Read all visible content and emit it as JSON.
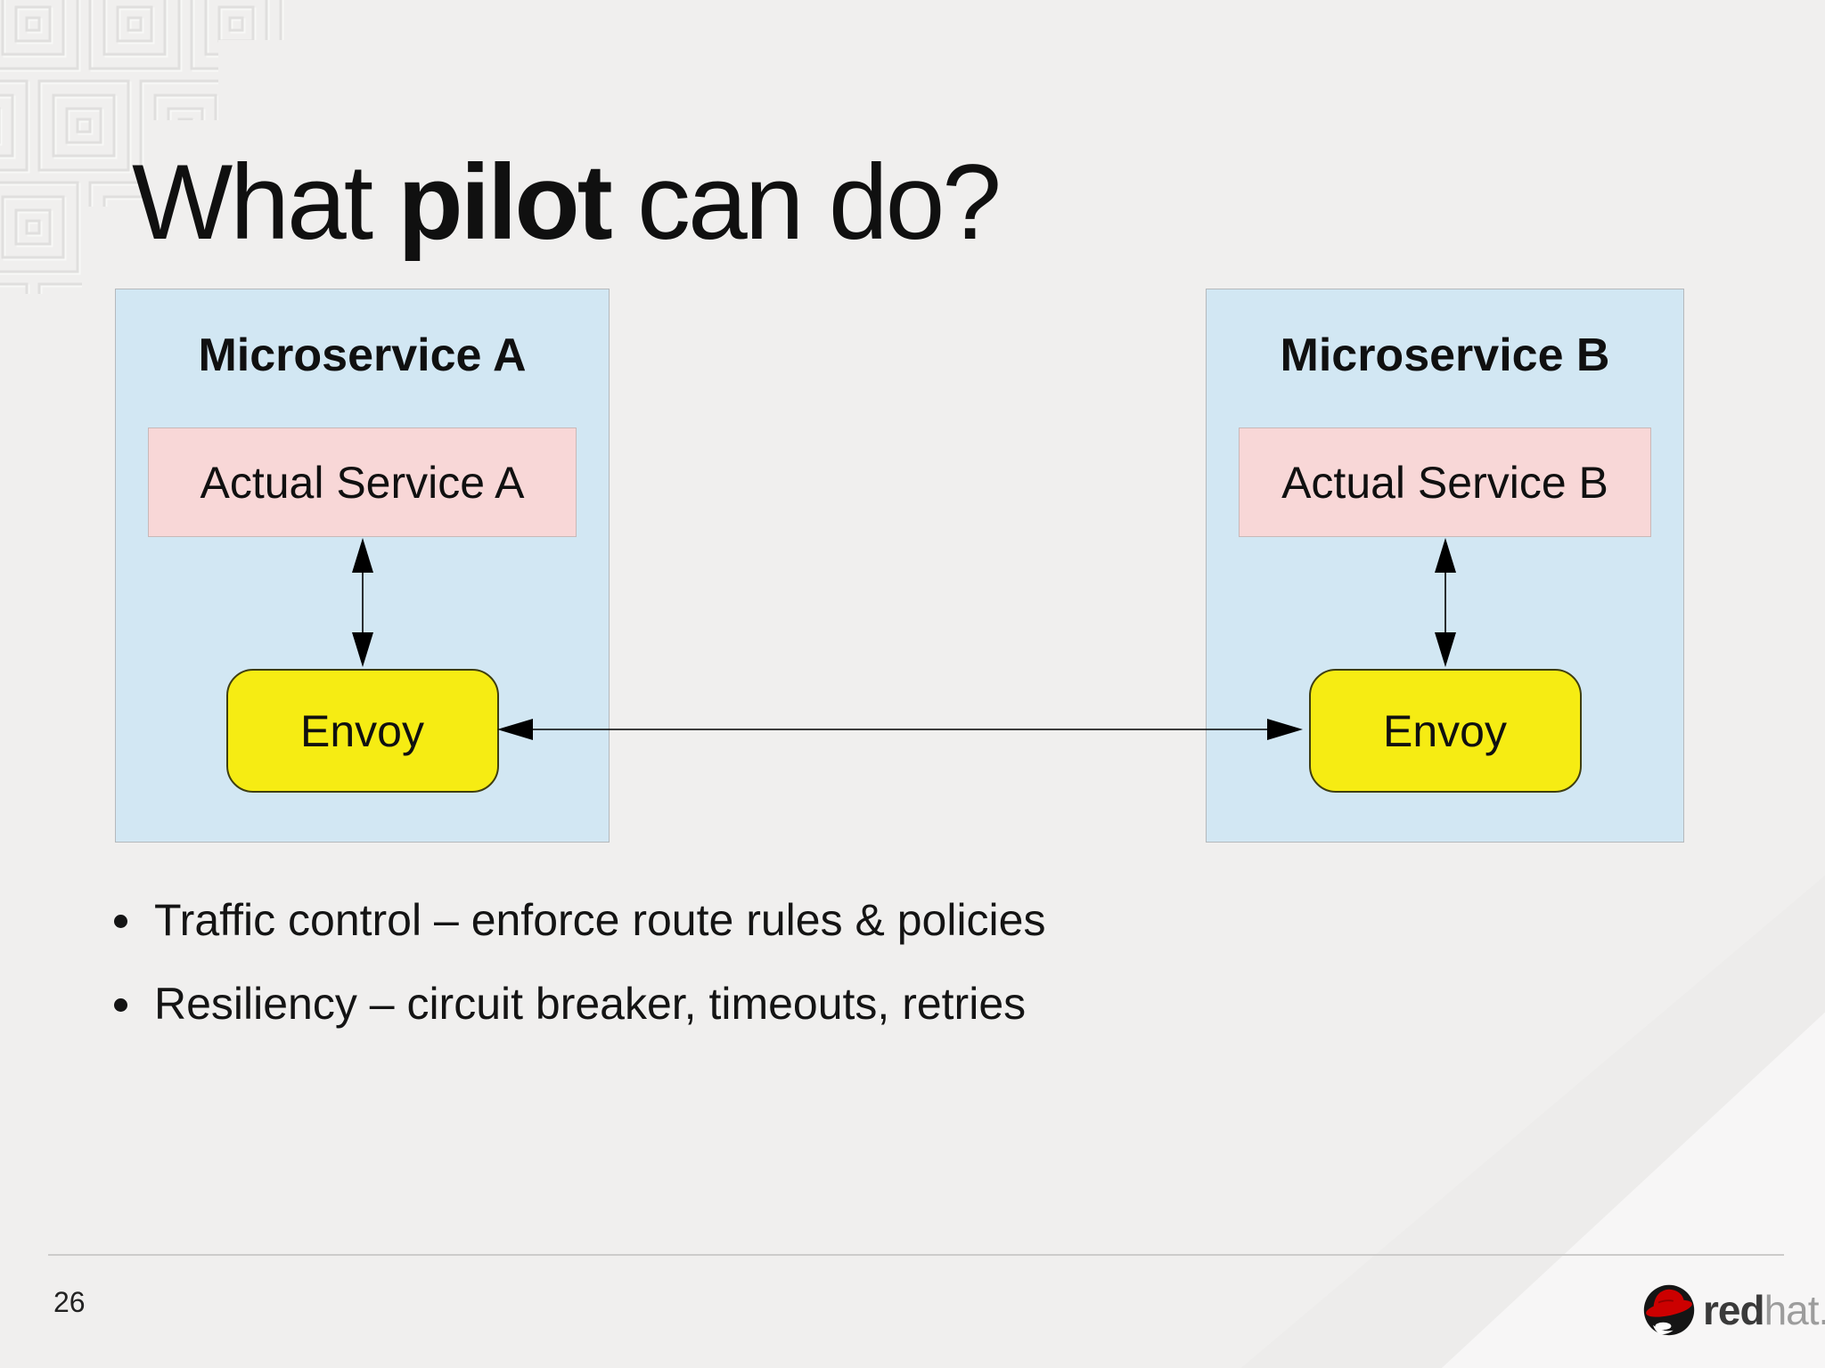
{
  "slide": {
    "title": {
      "prefix": "What ",
      "emphasis": "pilot",
      "suffix": " can do?"
    },
    "diagram": {
      "services": [
        {
          "name": "Microservice A",
          "actual_service": "Actual Service A",
          "proxy": "Envoy"
        },
        {
          "name": "Microservice B",
          "actual_service": "Actual Service B",
          "proxy": "Envoy"
        }
      ]
    },
    "bullets": [
      "Traffic control – enforce route rules & policies",
      "Resiliency – circuit breaker, timeouts, retries"
    ],
    "footer": {
      "page_number": "26",
      "logo": {
        "bold": "red",
        "light": "hat",
        "period": "."
      }
    },
    "colors": {
      "background": "#f0efee",
      "service_box": "#d2e7f3",
      "actual_service_box": "#f8d7d7",
      "envoy_box": "#f6ec13",
      "logo_red": "#cc0000"
    }
  }
}
